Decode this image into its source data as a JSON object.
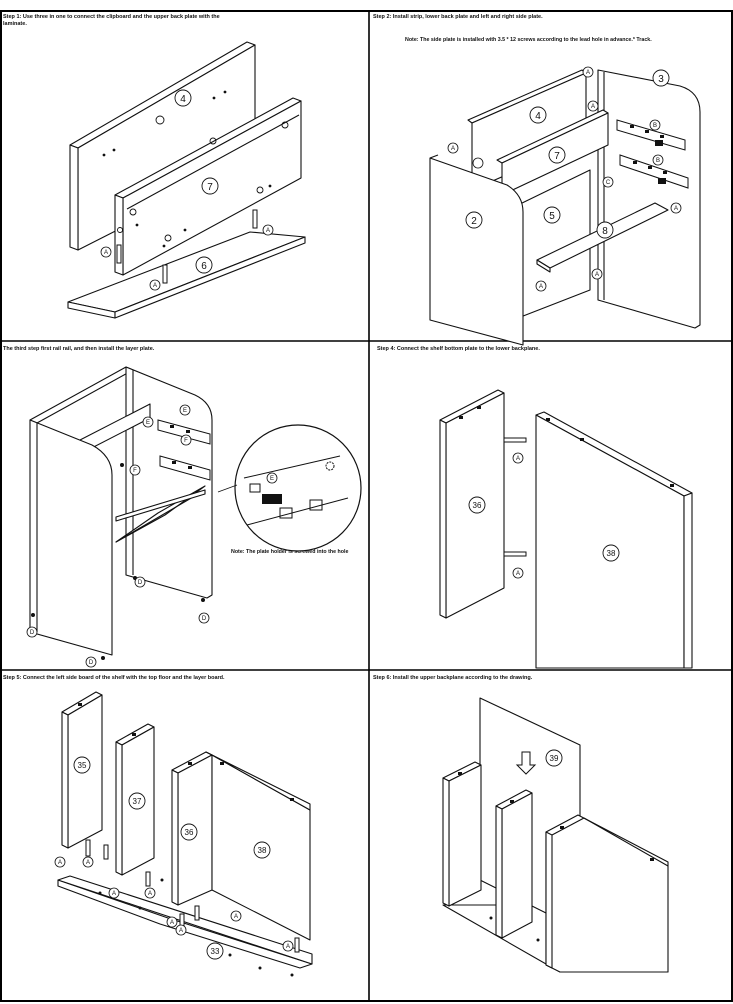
{
  "steps": [
    {
      "caption": "Step 1: Use three in one to connect the clipboard and the upper back plate with the laminate."
    },
    {
      "caption": "Step 2: Install strip, lower back plate and left and right side plate.",
      "note": "Note: The side plate is installed with 3.5 * 12 screws according to the lead hole in advance.* Track."
    },
    {
      "caption": "The third step first rail rail, and then install the layer plate.",
      "note": "Note: The plate holder is screwed into the hole"
    },
    {
      "caption": "Step 4: Connect the shelf bottom plate to the lower backplane."
    },
    {
      "caption": "Step 5: Connect the left side board of the shelf with the top floor and the layer board."
    },
    {
      "caption": "Step 6: Install the upper backplane according to the drawing."
    }
  ],
  "parts": {
    "p2": "2",
    "p3": "3",
    "p4": "4",
    "p5": "5",
    "p6": "6",
    "p7": "7",
    "p8": "8",
    "p33": "33",
    "p35": "35",
    "p36": "36",
    "p37": "37",
    "p38": "38",
    "p39": "39",
    "hardware_a": "A",
    "hardware_b": "B",
    "hardware_c": "C",
    "hardware_d": "D",
    "hardware_e": "E",
    "hardware_f": "F"
  },
  "colors": {
    "line": "#111111",
    "panel": "#ffffff",
    "frame": "#000000"
  },
  "icons": {
    "arrow": "down-arrow-icon"
  }
}
